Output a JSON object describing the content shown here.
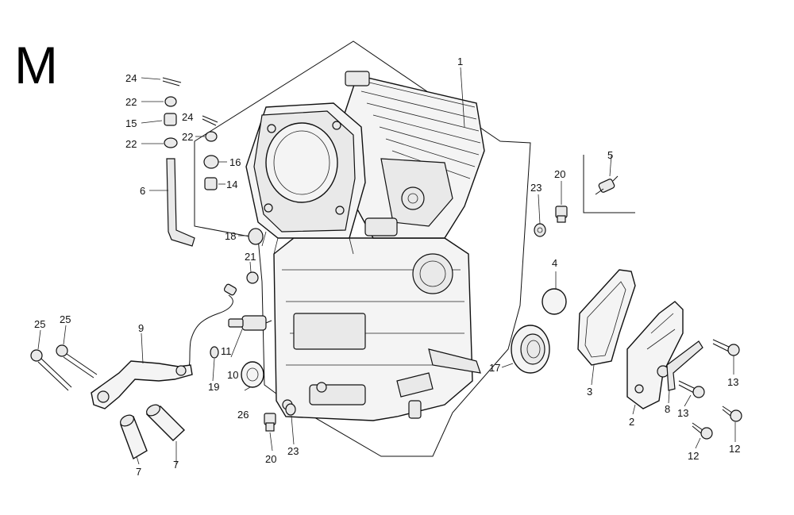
{
  "section_letter": "M",
  "callouts": [
    {
      "id": "c1",
      "text": "1"
    },
    {
      "id": "c2",
      "text": "2"
    },
    {
      "id": "c3",
      "text": "3"
    },
    {
      "id": "c4",
      "text": "4"
    },
    {
      "id": "c5",
      "text": "5"
    },
    {
      "id": "c6",
      "text": "6"
    },
    {
      "id": "c7a",
      "text": "7"
    },
    {
      "id": "c7b",
      "text": "7"
    },
    {
      "id": "c8",
      "text": "8"
    },
    {
      "id": "c9",
      "text": "9"
    },
    {
      "id": "c10",
      "text": "10"
    },
    {
      "id": "c11",
      "text": "11"
    },
    {
      "id": "c12a",
      "text": "12"
    },
    {
      "id": "c12b",
      "text": "12"
    },
    {
      "id": "c13a",
      "text": "13"
    },
    {
      "id": "c13b",
      "text": "13"
    },
    {
      "id": "c14",
      "text": "14"
    },
    {
      "id": "c15",
      "text": "15"
    },
    {
      "id": "c16",
      "text": "16"
    },
    {
      "id": "c17",
      "text": "17"
    },
    {
      "id": "c18",
      "text": "18"
    },
    {
      "id": "c19",
      "text": "19"
    },
    {
      "id": "c20a",
      "text": "20"
    },
    {
      "id": "c20b",
      "text": "20"
    },
    {
      "id": "c21",
      "text": "21"
    },
    {
      "id": "c22a",
      "text": "22"
    },
    {
      "id": "c22b",
      "text": "22"
    },
    {
      "id": "c22c",
      "text": "22"
    },
    {
      "id": "c23a",
      "text": "23"
    },
    {
      "id": "c23b",
      "text": "23"
    },
    {
      "id": "c24a",
      "text": "24"
    },
    {
      "id": "c24b",
      "text": "24"
    },
    {
      "id": "c25a",
      "text": "25"
    },
    {
      "id": "c25b",
      "text": "25"
    },
    {
      "id": "c26",
      "text": "26"
    }
  ]
}
